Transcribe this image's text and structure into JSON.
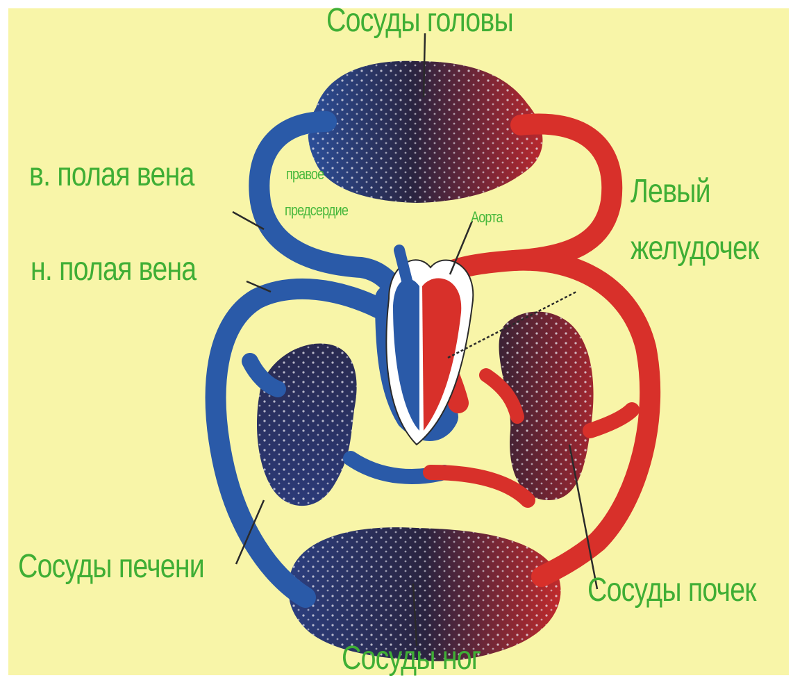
{
  "colors": {
    "background": "#f8f5a8",
    "label_green": "#3fae35",
    "venous_blue": "#2a5aa8",
    "arterial_red": "#d8302a",
    "capillary_dark": "#2a2440",
    "leader_line": "#2a2a2a"
  },
  "labels": {
    "head_vessels": "Сосуды головы",
    "upper_vena_cava": "в. полая вена",
    "right_atrium_line1": "правое",
    "right_atrium_line2": "предсердие",
    "aorta": "Аорта",
    "left_ventricle_line1": "Левый",
    "left_ventricle_line2": "желудочек",
    "lower_vena_cava": "н. полая вена",
    "liver_vessels": "Сосуды печени",
    "kidney_vessels": "Сосуды почек",
    "leg_vessels": "Сосуды ног"
  }
}
